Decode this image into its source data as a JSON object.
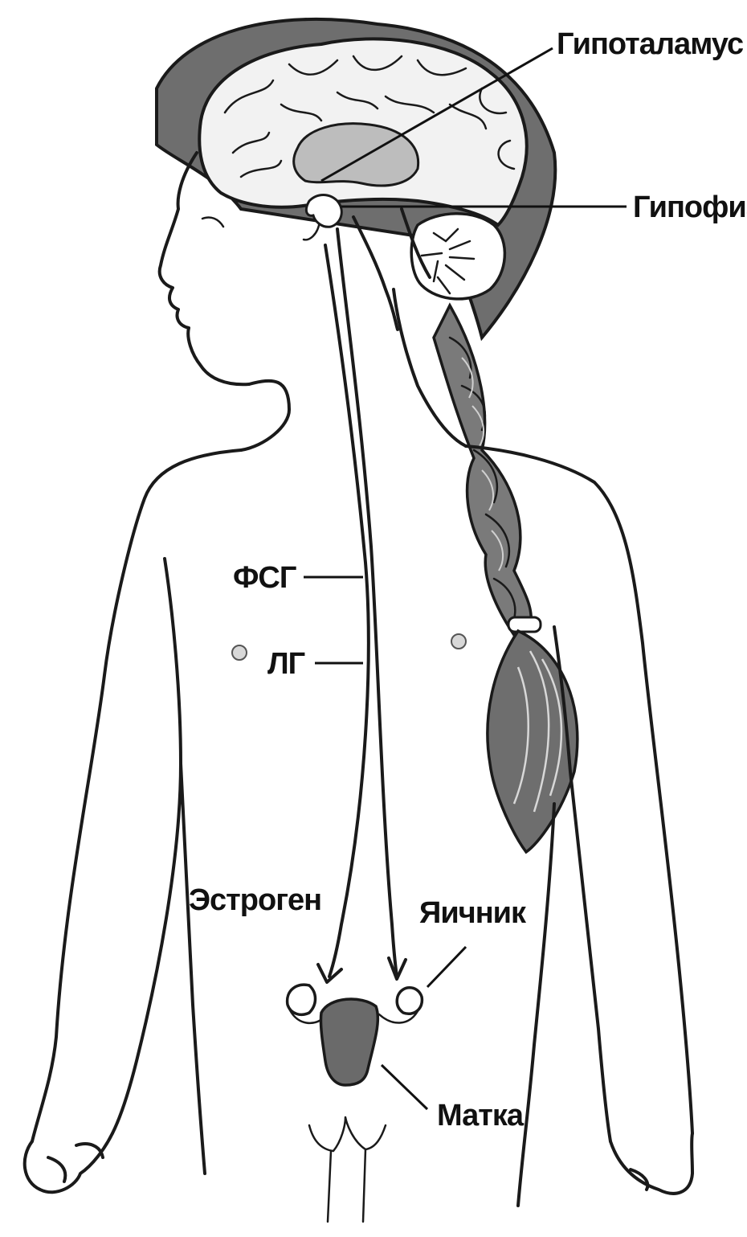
{
  "labels": {
    "hypothalamus": "Гипоталамус",
    "pituitary": "Гипофиз",
    "fsh": "ФСГ",
    "lh": "ЛГ",
    "estrogen": "Эстроген",
    "ovary": "Яичник",
    "uterus": "Матка"
  },
  "colors": {
    "outline": "#1a1a1a",
    "hair": "#6e6e6e",
    "brain_fill": "#f2f2f2",
    "inner_brain": "#bdbdbd",
    "uterus": "#6a6a6a",
    "background": "#ffffff"
  }
}
